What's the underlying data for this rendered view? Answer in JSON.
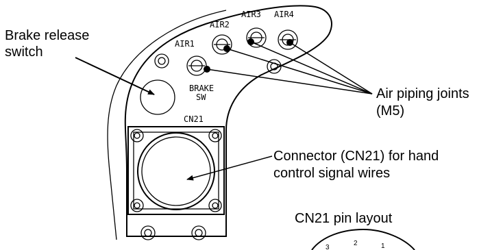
{
  "callouts": {
    "brake_switch": [
      "Brake release",
      "switch"
    ],
    "air_joints": [
      "Air piping joints",
      "(M5)"
    ],
    "connector": [
      "Connector (CN21) for hand",
      "control signal wires"
    ],
    "pin_layout_title": "CN21 pin layout"
  },
  "plate_labels": {
    "air1": "AIR1",
    "air2": "AIR2",
    "air3": "AIR3",
    "air4": "AIR4",
    "brake": [
      "BRAKE",
      "SW"
    ],
    "cn21": "CN21"
  },
  "pin_numbers": [
    "3",
    "2",
    "1"
  ],
  "colors": {
    "line": "#000000",
    "background": "#ffffff"
  }
}
